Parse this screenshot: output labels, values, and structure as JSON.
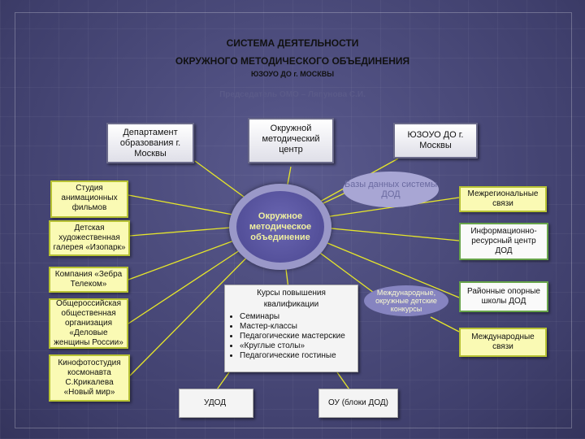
{
  "title": {
    "line1": "СИСТЕМА ДЕЯТЕЛЬНОСТИ",
    "line2": "ОКРУЖНОГО МЕТОДИЧЕСКОГО ОБЪЕДИНЕНИЯ",
    "line3": "ЮЗОУО ДО г. МОСКВЫ",
    "chair": "Председатель ОМО – Ляпунова С.И."
  },
  "top_boxes": {
    "department": "Департамент образования г. Москвы",
    "district_center": "Окружной методический центр",
    "uzouo": "ЮЗОУО ДО г. Москвы"
  },
  "center": "Окружное методическое объединение",
  "databases": "Базы данных системы ДОД",
  "intl_contests": "Международные, окружные детские конкурсы",
  "left_boxes": {
    "studio": "Студия анимационных фильмов",
    "gallery": "Детская художественная галерея «Изопарк»",
    "zebra": "Компания «Зебра Телеком»",
    "women": "Общероссийская общественная организация «Деловые женщины России»",
    "film": "Кинофотостудия космонавта С.Крикалева «Новый мир»"
  },
  "right_boxes": {
    "interregional": "Межрегиональные связи",
    "info_center": "Информационно-ресурсный центр ДОД",
    "support_schools": "Районные опорные школы ДОД",
    "international": "Международные связи"
  },
  "courses": {
    "title": "Курсы повышения квалификации",
    "items": [
      "Семинары",
      "Мастер-классы",
      "Педагогические мастерские",
      "«Круглые столы»",
      "Педагогические гостиные"
    ]
  },
  "bottom": {
    "udod": "УДОД",
    "ou": "ОУ (блоки ДОД)"
  },
  "colors": {
    "background": "#4a4a78",
    "connector": "#e6e62a",
    "yellow_fill": "#fafab4",
    "green_border": "#67a34a",
    "center_ring": "#9a98c8"
  }
}
